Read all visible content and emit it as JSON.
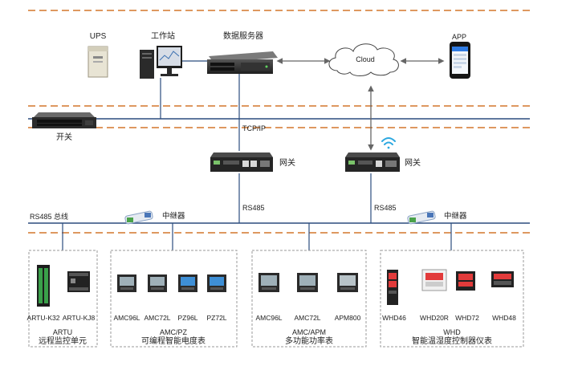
{
  "colors": {
    "bus_line": "#2b4c7e",
    "zone_divider": "#d4772c",
    "group_border": "#9a9a9a",
    "wifi": "#2ca8e0",
    "phone_screen": "#2f7be3"
  },
  "top_level": {
    "ups_label": "UPS",
    "workstation_label": "工作站",
    "server_label": "数据服务器",
    "cloud_label": "Cloud",
    "app_label": "APP"
  },
  "network": {
    "switch_label": "开关",
    "tcpip_label": "TCP/IP",
    "gateway_left_label": "网关",
    "gateway_right_label": "网关",
    "rs485_left_label": "RS485",
    "rs485_right_label": "RS485",
    "bus_label": "RS485 总线",
    "repeater_left_label": "中继器",
    "repeater_right_label": "中继器"
  },
  "groups": [
    {
      "code": "ARTU",
      "title": "远程监控单元",
      "devices": [
        {
          "label": "ARTU-K32",
          "icon": "rtu-rail-icon"
        },
        {
          "label": "ARTU-KJ8",
          "icon": "rtu-module-icon"
        }
      ]
    },
    {
      "code": "AMC/PZ",
      "title": "可编程智能电度表",
      "devices": [
        {
          "label": "AMC96L",
          "icon": "panel-meter-icon"
        },
        {
          "label": "AMC72L",
          "icon": "panel-meter-icon"
        },
        {
          "label": "PZ96L",
          "icon": "panel-meter-icon"
        },
        {
          "label": "PZ72L",
          "icon": "panel-meter-icon"
        }
      ]
    },
    {
      "code": "AMC/APM",
      "title": "多功能功率表",
      "devices": [
        {
          "label": "AMC96L",
          "icon": "panel-meter-icon"
        },
        {
          "label": "AMC72L",
          "icon": "panel-meter-icon"
        },
        {
          "label": "APM800",
          "icon": "panel-meter-icon"
        }
      ]
    },
    {
      "code": "WHD",
      "title": "智能温湿度控制器仪表",
      "devices": [
        {
          "label": "WHD46",
          "icon": "controller-icon"
        },
        {
          "label": "WHD20R",
          "icon": "controller-icon"
        },
        {
          "label": "WHD72",
          "icon": "controller-icon"
        },
        {
          "label": "WHD48",
          "icon": "controller-icon"
        }
      ]
    }
  ]
}
